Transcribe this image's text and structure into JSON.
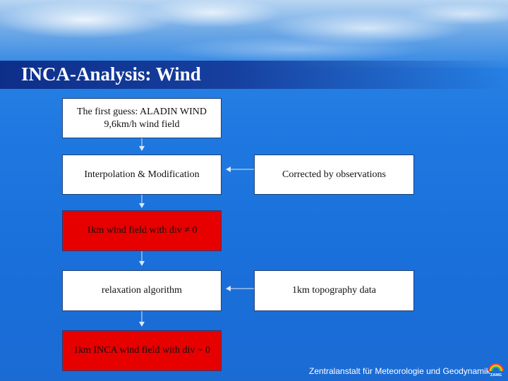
{
  "slide": {
    "title": "INCA-Analysis: Wind",
    "footer": "Zentralanstalt für Meteorologie und Geodynamik",
    "logo_text": "ZAMG"
  },
  "diagram": {
    "nodes": {
      "first_guess_line1": "The first guess: ALADIN WIND",
      "first_guess_line2": "9,6km/h wind field",
      "interpolation": "Interpolation & Modification",
      "corrected": "Corrected by observations",
      "wind_field_div": "1km wind field with div ≠ 0",
      "relaxation": "relaxation algorithm",
      "topography": "1km topography data",
      "final_field": "1km INCA wind field with div ~ 0"
    }
  },
  "colors": {
    "background": "#1f78e0",
    "title_band": "#0d2f8a",
    "box_white": "#ffffff",
    "box_red": "#e60000",
    "arrow": "#dce9f8"
  }
}
